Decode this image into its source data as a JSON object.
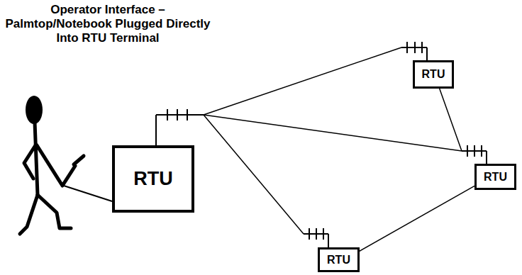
{
  "diagram": {
    "title": "Operator Interface – Palmtop/Notebook Plugged Directly Into RTU Terminal",
    "nodes": [
      {
        "text": [
          "RTU"
        ]
      },
      {
        "text": [
          "RTU"
        ]
      },
      {
        "text": [
          "RTU"
        ]
      },
      {
        "text": [
          "RTU"
        ]
      }
    ],
    "edges": [
      {
        "from": 0,
        "to": 1,
        "arrow": "none"
      },
      {
        "from": 0,
        "to": 2,
        "arrow": "none"
      },
      {
        "from": 0,
        "to": 3,
        "arrow": "none"
      },
      {
        "from": 1,
        "to": 2,
        "arrow": "none"
      },
      {
        "from": 2,
        "to": 3,
        "arrow": "none"
      }
    ]
  }
}
